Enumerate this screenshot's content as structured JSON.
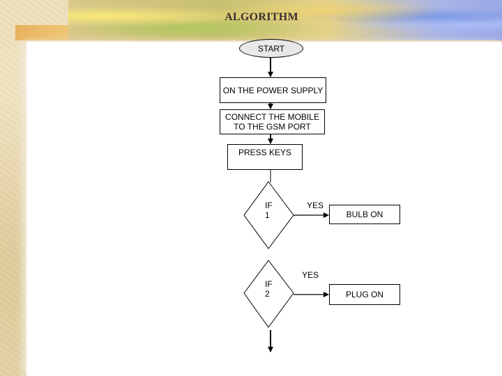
{
  "slide": {
    "title": "ALGORITHM"
  },
  "flowchart": {
    "start": "START",
    "step1": "ON THE POWER SUPPLY",
    "step2": "CONNECT THE MOBILE TO THE GSM PORT",
    "step3": "PRESS KEYS",
    "decision1": "IF 1",
    "decision2": "IF 2",
    "yes1": "YES",
    "yes2": "YES",
    "action1": "BULB ON",
    "action2": "PLUG ON"
  }
}
